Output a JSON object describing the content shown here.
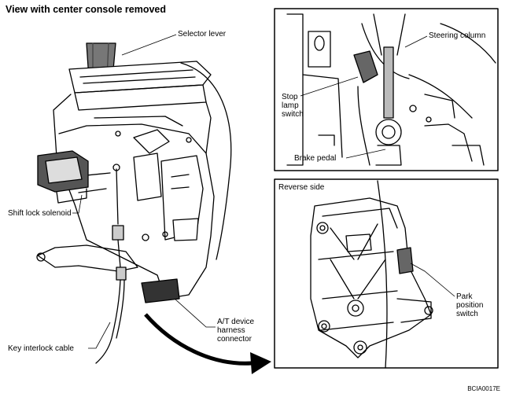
{
  "title": "View with center console removed",
  "insets": {
    "top": {
      "title": ""
    },
    "bottom": {
      "title": "Reverse side"
    }
  },
  "labels": {
    "selector_lever": "Selector lever",
    "shift_lock_solenoid": "Shift lock solenoid",
    "key_interlock_cable": "Key interlock cable",
    "at_device_connector": "A/T device\nharness\nconnector",
    "steering_column": "Steering column",
    "stop_lamp_switch": "Stop\nlamp\nswitch",
    "brake_pedal": "Brake pedal",
    "park_position_switch": "Park\nposition\nswitch"
  },
  "figure_code": "BCIA0017E"
}
